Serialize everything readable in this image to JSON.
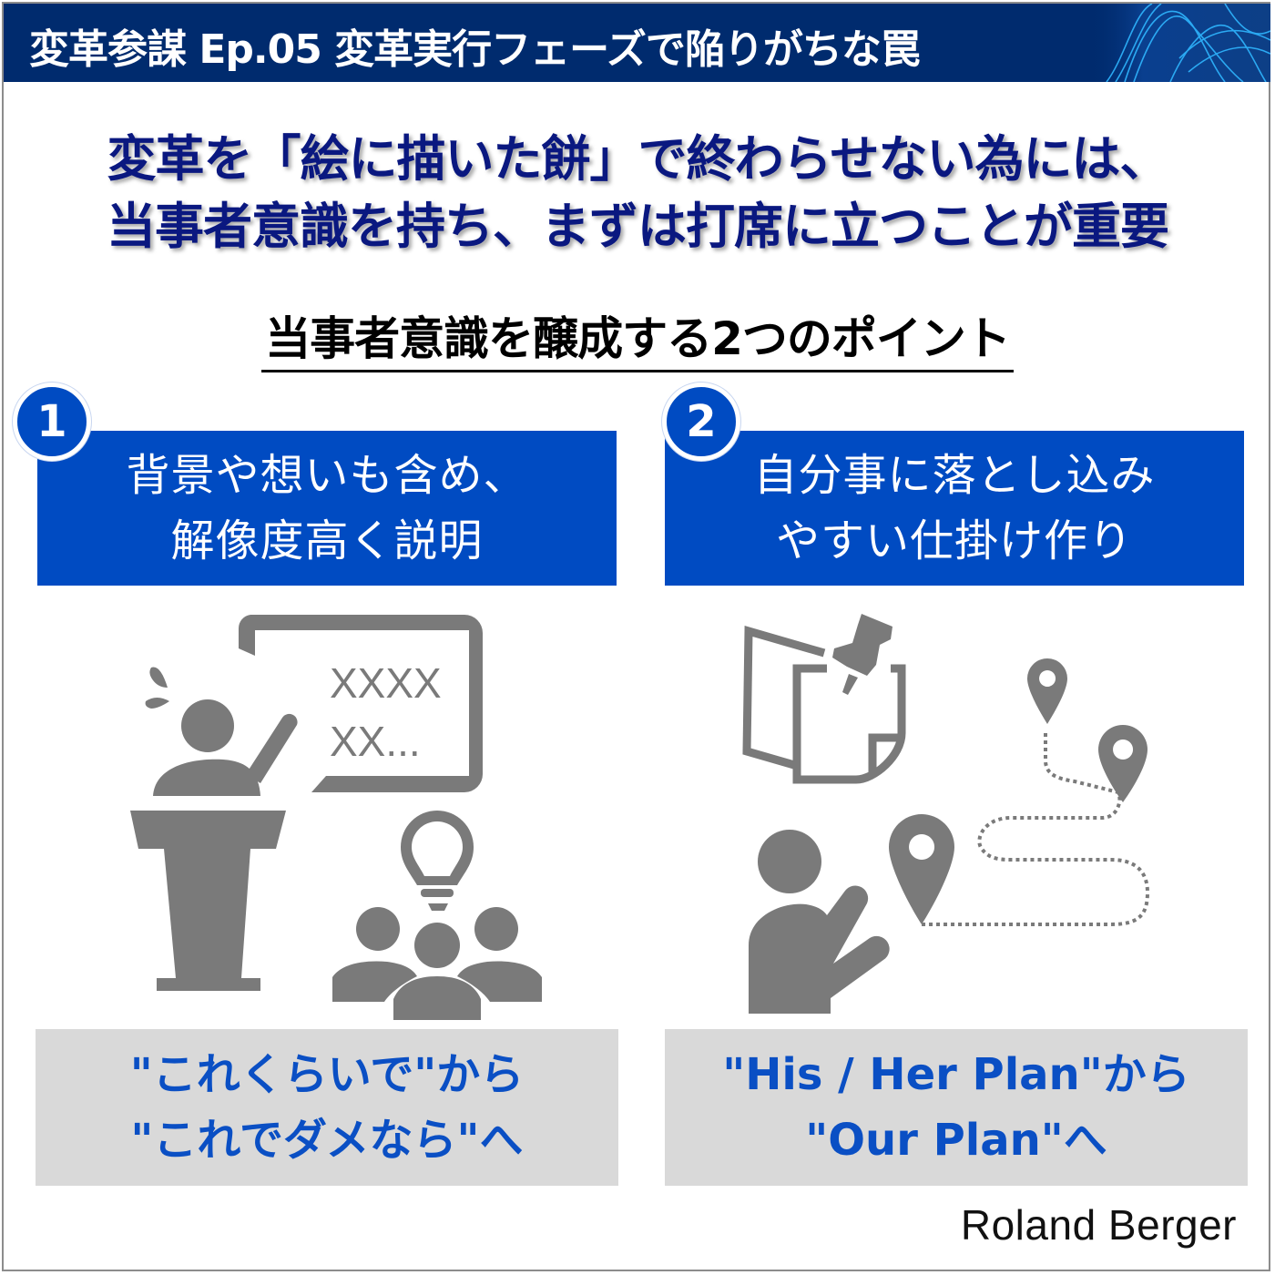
{
  "banner": {
    "title": "変革参謀 Ep.05 変革実行フェーズで陥りがちな罠",
    "background_color": "#002b6e",
    "decoration": "cyan-wave-lines"
  },
  "headline": {
    "line1": "変革を「絵に描いた餅」で終わらせない為には、",
    "line2": "当事者意識を持ち、まずは打席に立つことが重要",
    "color": "#0a1880"
  },
  "subtitle": "当事者意識を醸成する2つのポイント",
  "points": [
    {
      "number": "1",
      "title_line1": "背景や想いも含め、",
      "title_line2": "解像度高く説明",
      "illustration": {
        "icon": "presenter-podium-with-audience-icon",
        "board_line1": "XXXX",
        "board_line2": "XX..."
      },
      "quote_line1": "\"これくらいで\"から",
      "quote_line2": "\"これでダメなら\"へ"
    },
    {
      "number": "2",
      "title_line1": "自分事に落とし込み",
      "title_line2": "やすい仕掛け作り",
      "illustration": {
        "icon": "person-with-pinned-notes-and-route-map-icon"
      },
      "quote_line1": "\"His / Her Plan\"から",
      "quote_line2": "\"Our Plan\"へ"
    }
  ],
  "colors": {
    "accent_blue": "#004bc2",
    "quote_text": "#0a4fc4",
    "quote_bg": "#d9d9d9",
    "icon_gray": "#7a7a7a"
  },
  "brand": "Roland Berger"
}
